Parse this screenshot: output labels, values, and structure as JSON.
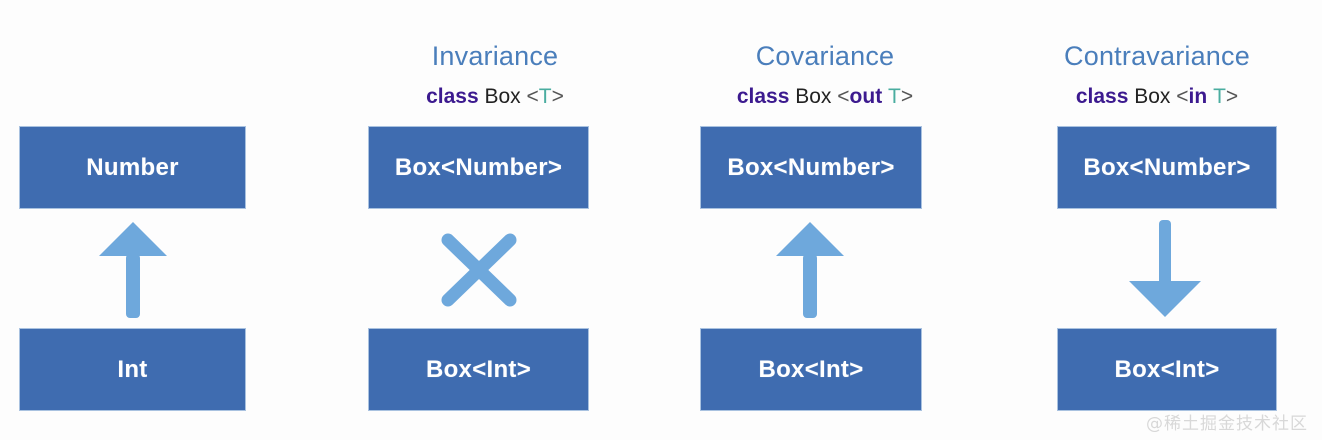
{
  "background_color": "#fdfdfd",
  "palette": {
    "box_fill": "#3f6cb0",
    "box_border": "#a9c2e0",
    "box_text": "#ffffff",
    "heading": "#4a7ebb",
    "arrow": "#6ea8dc",
    "keyword": "#3c1a8f",
    "class_name": "#222222",
    "angle_bracket": "#555555",
    "type_param": "#4aada0",
    "watermark": "#d8d8d8"
  },
  "columns": [
    {
      "id": "hierarchy",
      "heading": "",
      "signature": {
        "keyword": "",
        "class_name": "",
        "open": "",
        "modifier": "",
        "type_param": "",
        "close": ""
      },
      "top_box": "Number",
      "bottom_box": "Int",
      "connector": "arrow-up",
      "connector_meaning": "Int is a subtype of Number"
    },
    {
      "id": "invariance",
      "heading": "Invariance",
      "signature": {
        "keyword": "class",
        "class_name": "Box",
        "open": "<",
        "modifier": "",
        "type_param": "T",
        "close": ">"
      },
      "top_box": "Box<Number>",
      "bottom_box": "Box<Int>",
      "connector": "cross",
      "connector_meaning": "no subtype relation"
    },
    {
      "id": "covariance",
      "heading": "Covariance",
      "signature": {
        "keyword": "class",
        "class_name": "Box",
        "open": "<",
        "modifier": "out",
        "type_param": "T",
        "close": ">"
      },
      "top_box": "Box<Number>",
      "bottom_box": "Box<Int>",
      "connector": "arrow-up",
      "connector_meaning": "Box<Int> is a subtype of Box<Number>"
    },
    {
      "id": "contravariance",
      "heading": "Contravariance",
      "signature": {
        "keyword": "class",
        "class_name": "Box",
        "open": "<",
        "modifier": "in",
        "type_param": "T",
        "close": ">"
      },
      "top_box": "Box<Number>",
      "bottom_box": "Box<Int>",
      "connector": "arrow-down",
      "connector_meaning": "Box<Number> is a subtype of Box<Int>"
    }
  ],
  "watermark": "@稀土掘金技术社区"
}
